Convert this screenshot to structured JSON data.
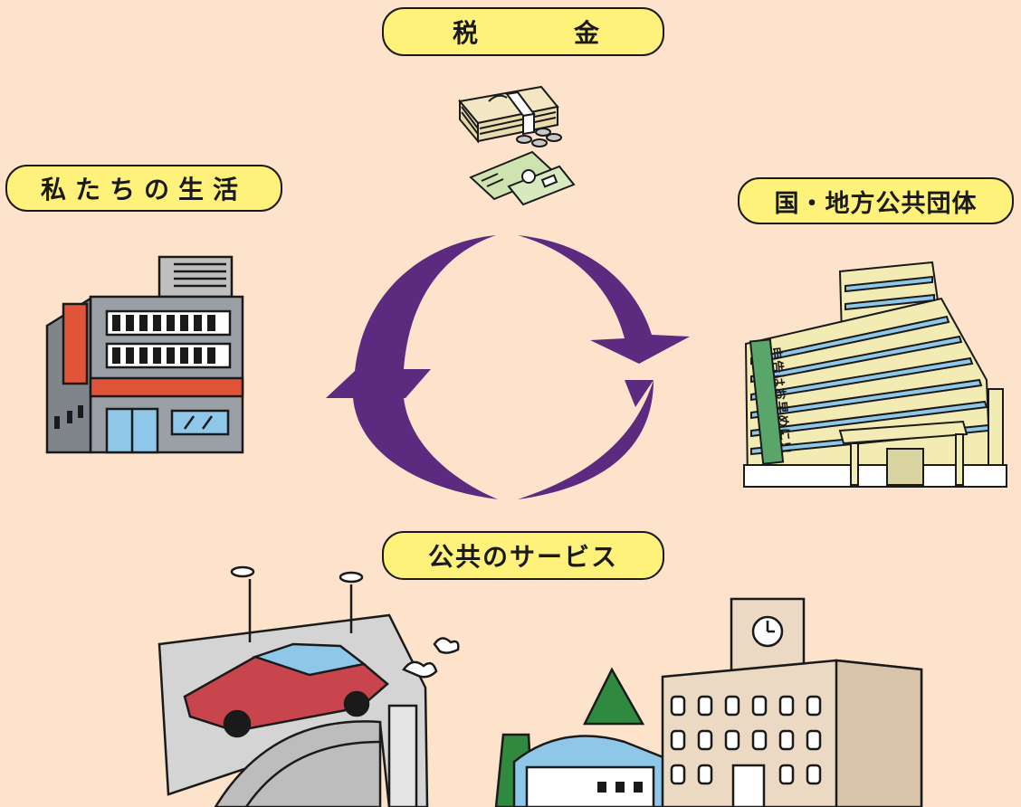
{
  "labels": {
    "tax_1": "税",
    "tax_2": "金",
    "life": "私たちの生活",
    "government": "国・地方公共団体",
    "services": "公共のサービス"
  },
  "banner_text": "申告はお早めに!!",
  "colors": {
    "background": "#fde3cb",
    "label_fill": "#fff27a",
    "arrow": "#5c2a7e",
    "shop_sign": "#e0553a",
    "car_body": "#c9454d",
    "government_building": "#f2ecb4",
    "school_building": "#ebd9c3",
    "window_blue": "#8fc7e8",
    "trees": "#2f8a3f"
  },
  "icons": [
    "money-bundle-icon",
    "coins-icon",
    "banknotes-icon",
    "shop-building-icon",
    "government-building-icon",
    "car-on-highway-icon",
    "school-building-icon",
    "clock-icon"
  ]
}
